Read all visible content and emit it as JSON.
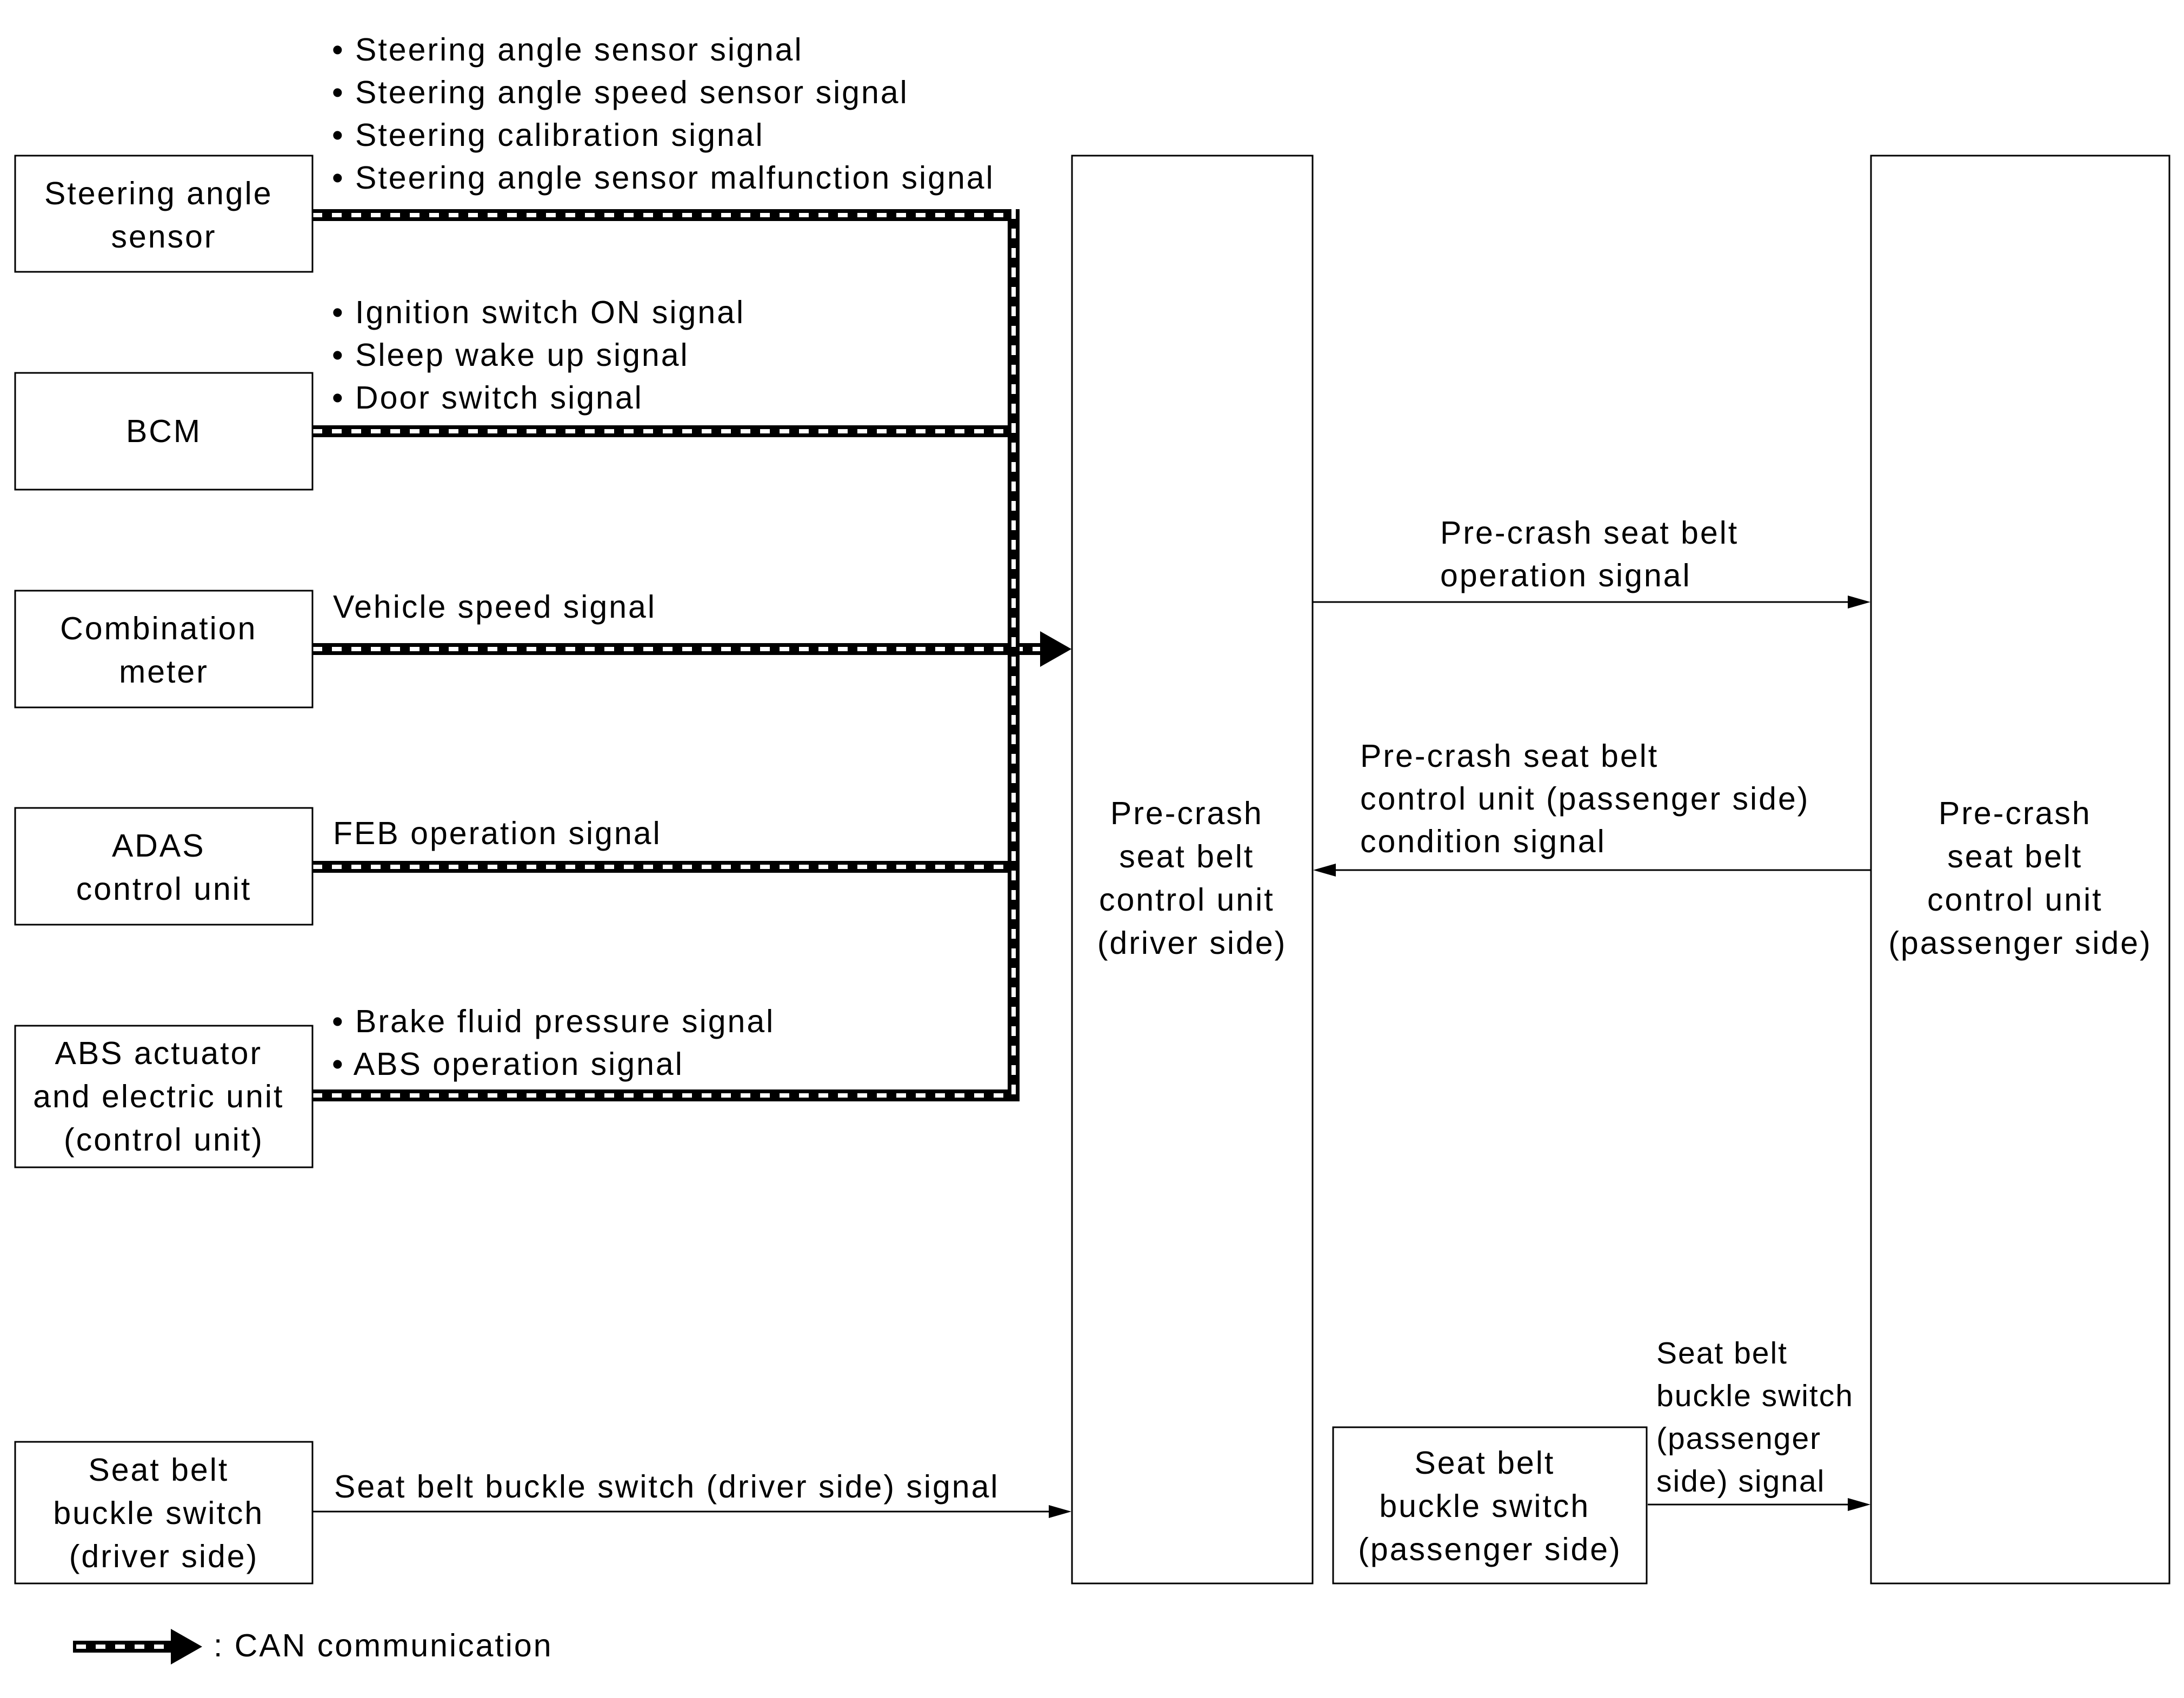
{
  "components": {
    "steering_angle_sensor": [
      "Steering angle",
      "sensor"
    ],
    "bcm": [
      "BCM"
    ],
    "combination_meter": [
      "Combination",
      "meter"
    ],
    "adas_control_unit": [
      "ADAS",
      "control unit"
    ],
    "abs_actuator": [
      "ABS actuator",
      "and electric unit",
      "(control unit)"
    ],
    "seat_belt_buckle_driver": [
      "Seat belt",
      "buckle switch",
      "(driver side)"
    ],
    "pre_crash_driver": [
      "Pre-crash",
      "seat belt",
      "control unit",
      "(driver side)"
    ],
    "pre_crash_passenger": [
      "Pre-crash",
      "seat belt",
      "control unit",
      "(passenger side)"
    ],
    "seat_belt_buckle_passenger": [
      "Seat belt",
      "buckle switch",
      "(passenger side)"
    ]
  },
  "signals": {
    "steering": [
      "• Steering angle sensor signal",
      "• Steering angle speed sensor signal",
      "• Steering calibration signal",
      "• Steering angle sensor malfunction signal"
    ],
    "bcm": [
      "• Ignition switch ON signal",
      "• Sleep wake up signal",
      "• Door switch signal"
    ],
    "meter": [
      "Vehicle speed signal"
    ],
    "adas": [
      "FEB operation signal"
    ],
    "abs": [
      "• Brake fluid pressure signal",
      "• ABS operation signal"
    ],
    "buckle_driver": [
      "Seat belt buckle switch (driver side) signal"
    ],
    "operation": [
      "Pre-crash seat belt",
      "operation signal"
    ],
    "condition": [
      "Pre-crash seat belt",
      "control unit (passenger side)",
      "condition signal"
    ],
    "buckle_passenger": [
      "Seat belt",
      "buckle switch",
      "(passenger",
      "side) signal"
    ]
  },
  "legend": {
    "label": ": CAN communication"
  }
}
